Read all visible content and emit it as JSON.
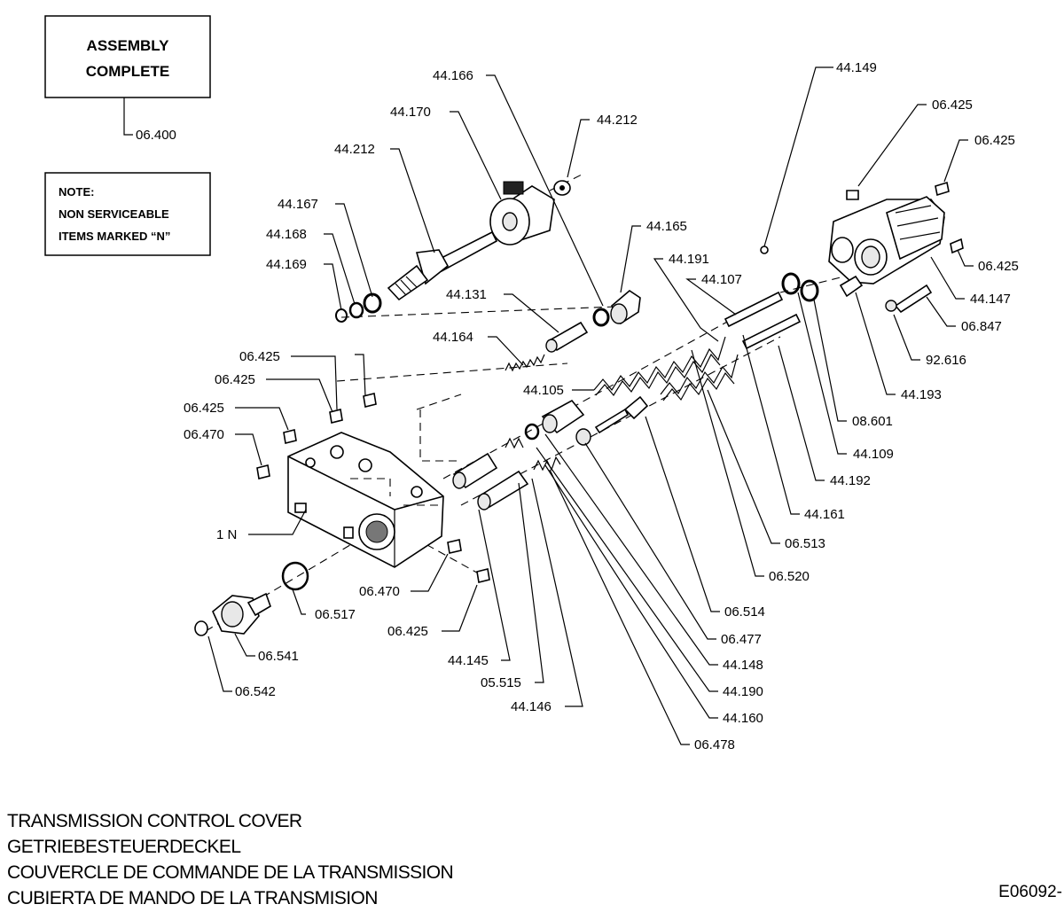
{
  "boxes": {
    "assembly": [
      "ASSEMBLY",
      "COMPLETE"
    ],
    "note": [
      "NOTE:",
      "NON SERVICEABLE",
      "ITEMS MARKED “N”"
    ]
  },
  "labels": {
    "l_06400": "06.400",
    "l_44166": "44.166",
    "l_44170": "44.170",
    "l_44212a": "44.212",
    "l_44212b": "44.212",
    "l_44167": "44.167",
    "l_44168": "44.168",
    "l_44169": "44.169",
    "l_44165": "44.165",
    "l_44131": "44.131",
    "l_44164": "44.164",
    "l_44191": "44.191",
    "l_44107": "44.107",
    "l_44149": "44.149",
    "l_06425r1": "06.425",
    "l_06425r2": "06.425",
    "l_06425r3": "06.425",
    "l_44147": "44.147",
    "l_06847": "06.847",
    "l_92616": "92.616",
    "l_44193": "44.193",
    "l_08601": "08.601",
    "l_44109": "44.109",
    "l_44192": "44.192",
    "l_44161": "44.161",
    "l_06513": "06.513",
    "l_06520": "06.520",
    "l_06514": "06.514",
    "l_06477": "06.477",
    "l_44148": "44.148",
    "l_44190": "44.190",
    "l_44160": "44.160",
    "l_06478": "06.478",
    "l_44105": "44.105",
    "l_06425l1": "06.425",
    "l_06425l2": "06.425",
    "l_06425l3": "06.425",
    "l_06470l": "06.470",
    "l_1N": "1 N",
    "l_06470b": "06.470",
    "l_06517": "06.517",
    "l_06425b": "06.425",
    "l_06541": "06.541",
    "l_06542": "06.542",
    "l_44145": "44.145",
    "l_05515": "05.515",
    "l_44146": "44.146"
  },
  "titles": [
    "TRANSMISSION CONTROL COVER",
    "GETRIEBESTEUERDECKEL",
    "COUVERCLE DE COMMANDE DE LA TRANSMISSION",
    "CUBIERTA DE MANDO DE LA TRANSMISION"
  ],
  "figure_code": "E06092-"
}
